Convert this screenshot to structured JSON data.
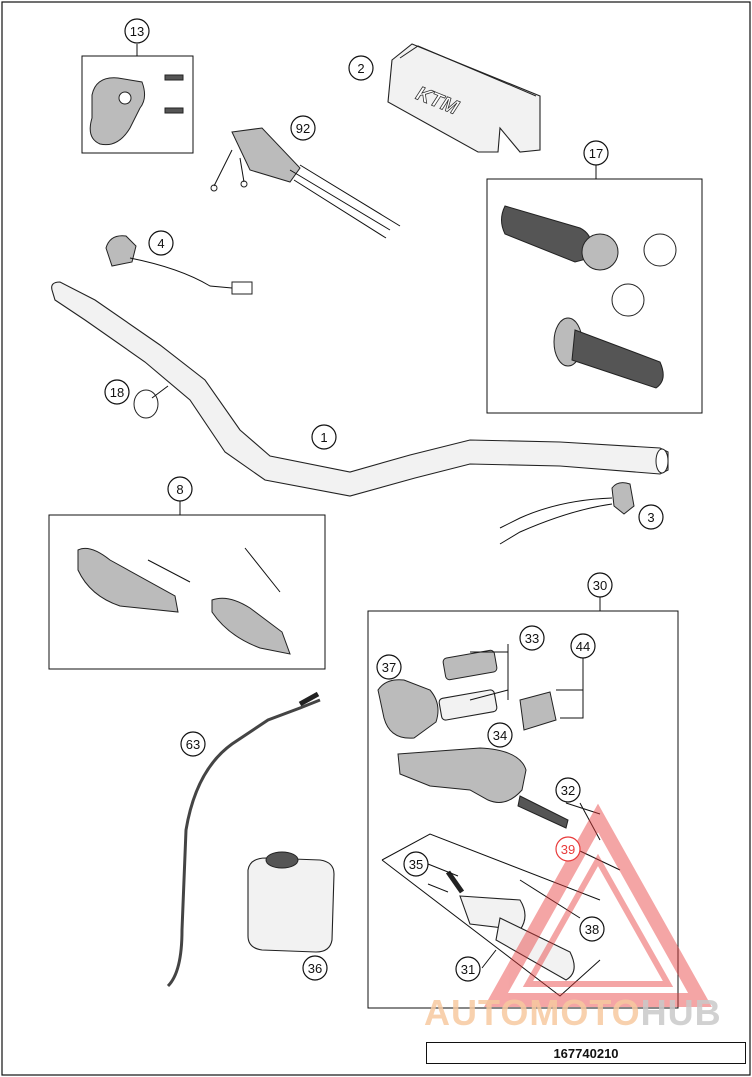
{
  "diagram": {
    "callouts": [
      {
        "id": "c13",
        "label": "13"
      },
      {
        "id": "c2",
        "label": "2"
      },
      {
        "id": "c92",
        "label": "92"
      },
      {
        "id": "c17",
        "label": "17"
      },
      {
        "id": "c4",
        "label": "4"
      },
      {
        "id": "c18",
        "label": "18"
      },
      {
        "id": "c1",
        "label": "1"
      },
      {
        "id": "c8",
        "label": "8"
      },
      {
        "id": "c3",
        "label": "3"
      },
      {
        "id": "c30",
        "label": "30"
      },
      {
        "id": "c33",
        "label": "33"
      },
      {
        "id": "c44",
        "label": "44"
      },
      {
        "id": "c37",
        "label": "37"
      },
      {
        "id": "c34",
        "label": "34"
      },
      {
        "id": "c63",
        "label": "63"
      },
      {
        "id": "c32",
        "label": "32"
      },
      {
        "id": "c39",
        "label": "39"
      },
      {
        "id": "c35",
        "label": "35"
      },
      {
        "id": "c38",
        "label": "38"
      },
      {
        "id": "c36",
        "label": "36"
      },
      {
        "id": "c31",
        "label": "31"
      }
    ],
    "brand_on_pad": "KTM",
    "document_number": "167740210"
  },
  "watermark": {
    "part1": "AUTOMOTO",
    "part2": "HUB",
    "colors": {
      "accent": "#e83a3a",
      "orange": "#f7c9a0",
      "grey": "#c9c9c9"
    }
  }
}
